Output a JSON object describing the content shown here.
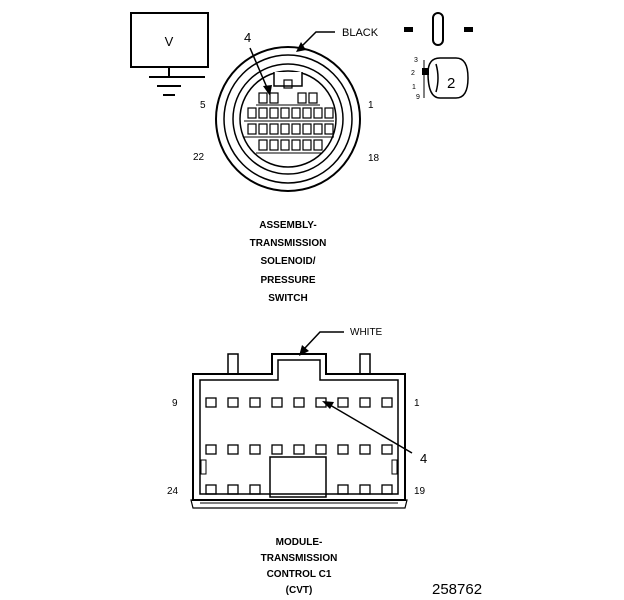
{
  "meter": {
    "label": "V"
  },
  "connector_top": {
    "color_label": "BLACK",
    "callout": "4",
    "pins": {
      "top_left": "5",
      "top_right": "1",
      "bottom_left": "22",
      "bottom_right": "18"
    },
    "caption_lines": [
      "ASSEMBLY-",
      "TRANSMISSION",
      "SOLENOID/",
      "PRESSURE",
      "SWITCH"
    ]
  },
  "terminal_detail": {
    "callout": "2",
    "pins": [
      "3",
      "2",
      "1",
      "9"
    ]
  },
  "connector_bottom": {
    "color_label": "WHITE",
    "callout": "4",
    "pins": {
      "top_left": "9",
      "top_right": "1",
      "bottom_left": "24",
      "bottom_right": "19"
    },
    "caption_lines": [
      "MODULE-",
      "TRANSMISSION",
      "CONTROL C1",
      "(CVT)"
    ]
  },
  "figure_id": "258762"
}
